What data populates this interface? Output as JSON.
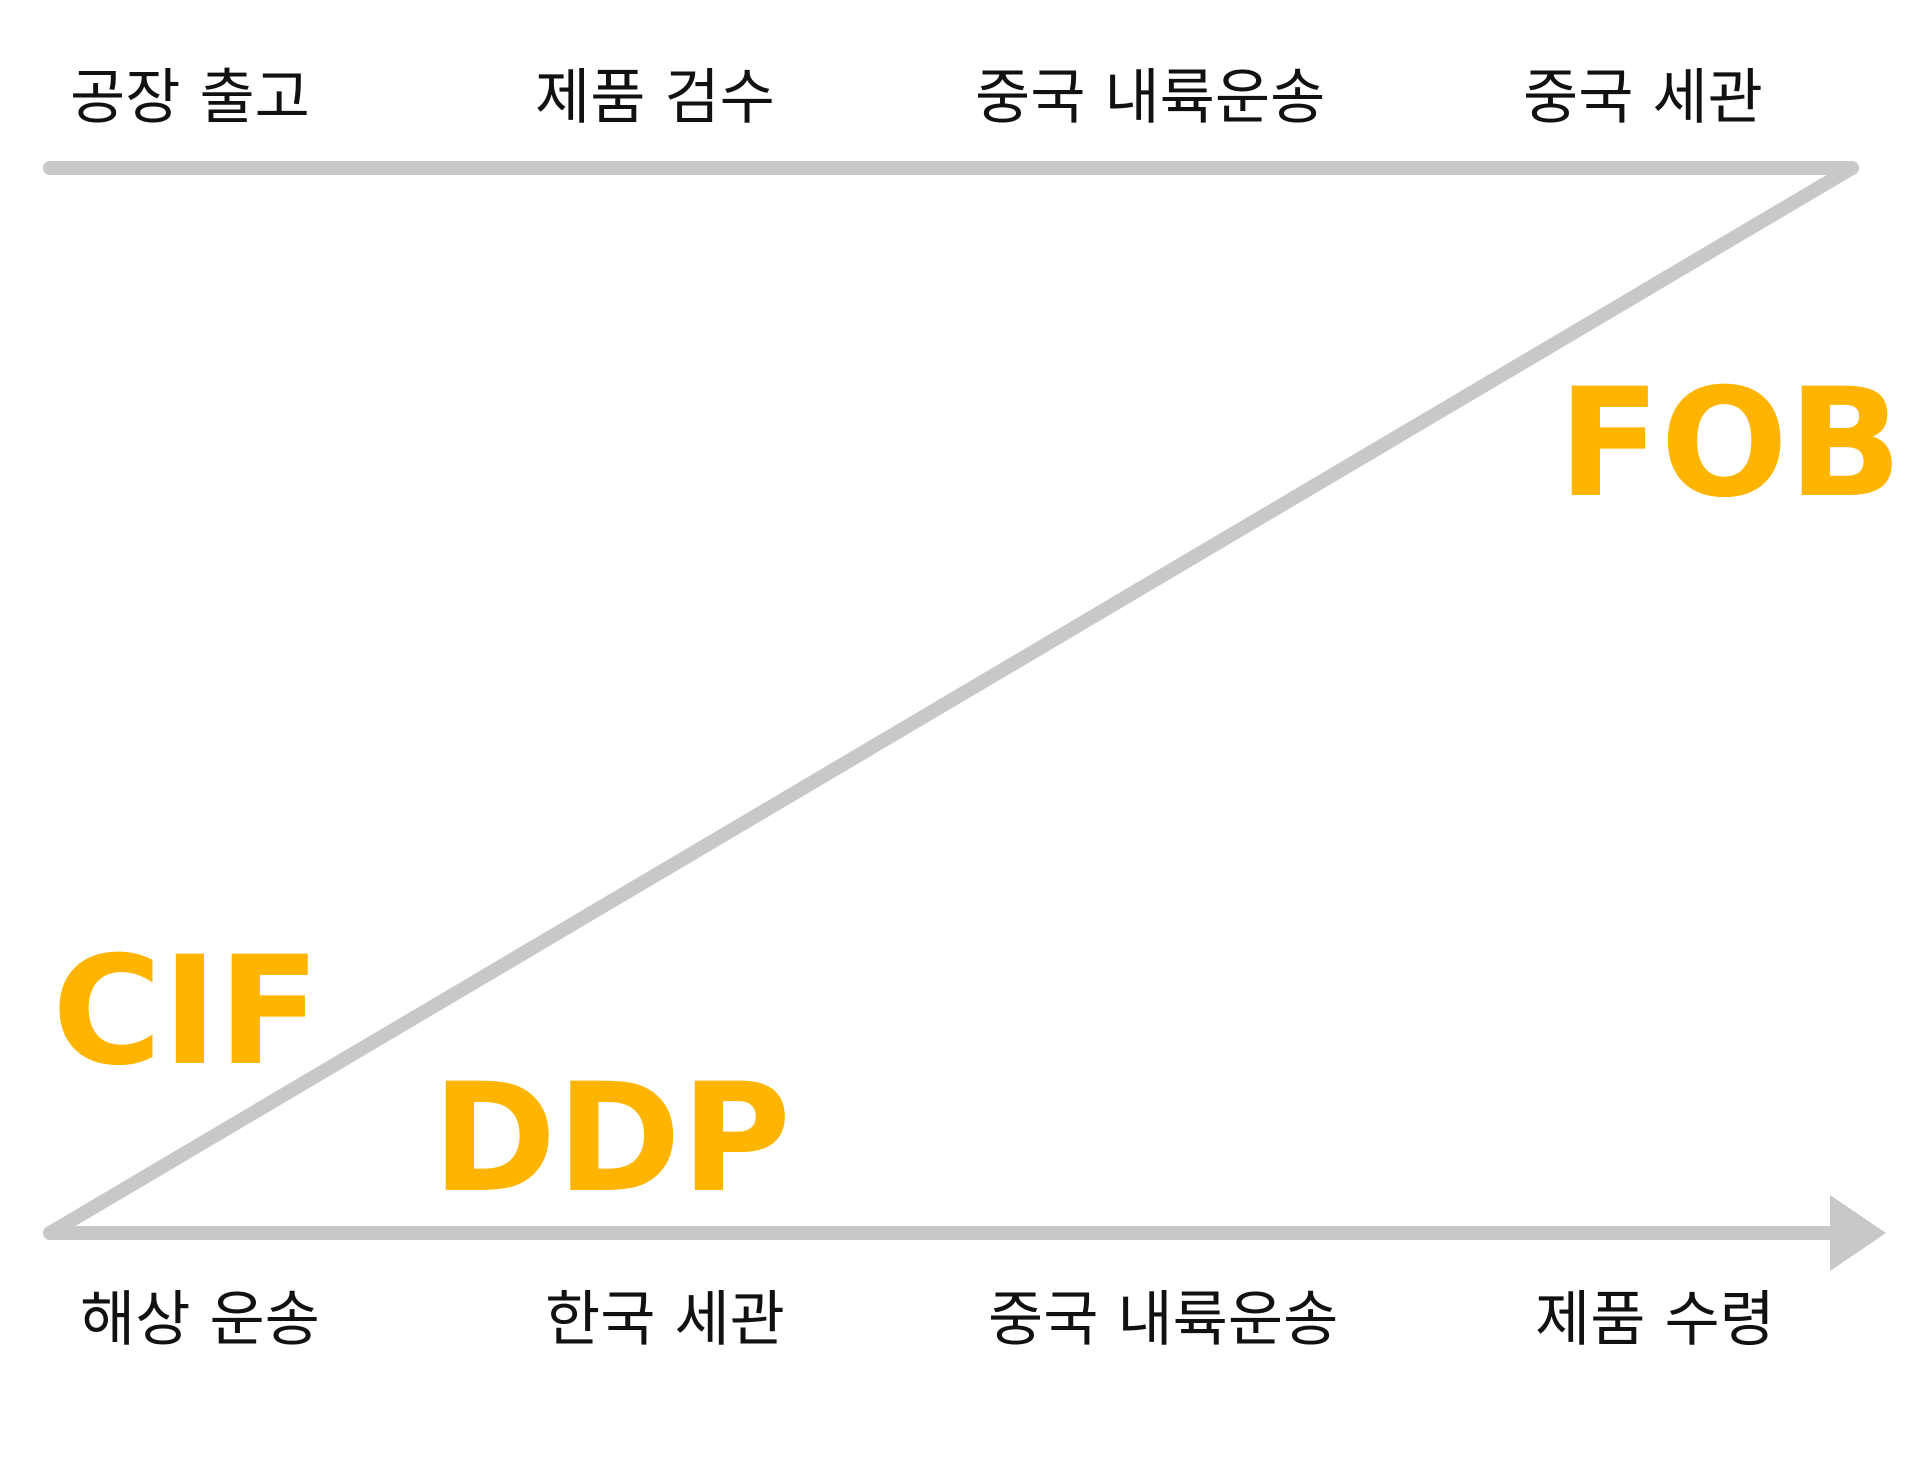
{
  "colors": {
    "line": "#c8c8c8",
    "term": "#ffb400",
    "text": "#111111"
  },
  "top_steps": [
    "공장 출고",
    "제품 검수",
    "중국 내륙운송",
    "중국 세관"
  ],
  "bottom_steps": [
    "해상 운송",
    "한국 세관",
    "중국 내륙운송",
    "제품 수령"
  ],
  "terms": {
    "fob": "FOB",
    "cif": "CIF",
    "ddp": "DDP"
  }
}
